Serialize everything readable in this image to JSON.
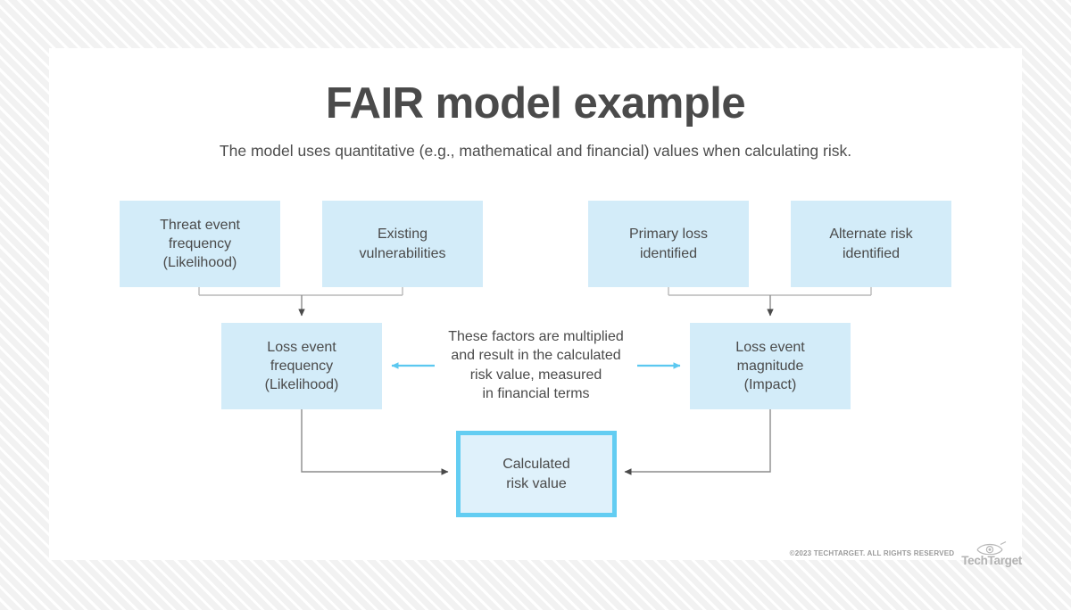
{
  "header": {
    "title": "FAIR model example",
    "subtitle": "The model uses quantitative (e.g., mathematical and financial) values when calculating risk."
  },
  "colors": {
    "box_fill": "#d3ecf9",
    "result_border": "#63cdf2",
    "result_fill": "#dff1fb",
    "arrow_blue": "#5bc8f0",
    "connector_gray": "#8c8c8c",
    "text": "#4a4a4a",
    "background_stripes": "#f2f2f2"
  },
  "diagram": {
    "inputs_left": [
      {
        "line1": "Threat event",
        "line2": "frequency",
        "line3": "(Likelihood)"
      },
      {
        "line1": "Existing",
        "line2": "vulnerabilities",
        "line3": ""
      }
    ],
    "inputs_right": [
      {
        "line1": "Primary loss",
        "line2": "identified",
        "line3": ""
      },
      {
        "line1": "Alternate risk",
        "line2": "identified",
        "line3": ""
      }
    ],
    "mid_left": {
      "line1": "Loss event",
      "line2": "frequency",
      "line3": "(Likelihood)"
    },
    "mid_right": {
      "line1": "Loss event",
      "line2": "magnitude",
      "line3": "(Impact)"
    },
    "center_note": [
      "These factors are multiplied",
      "and result in the calculated",
      "risk value, measured",
      "in financial terms"
    ],
    "result": {
      "line1": "Calculated",
      "line2": "risk value"
    }
  },
  "footer": {
    "copyright": "©2023 TECHTARGET. ALL RIGHTS RESERVED",
    "brand": "TechTarget"
  }
}
